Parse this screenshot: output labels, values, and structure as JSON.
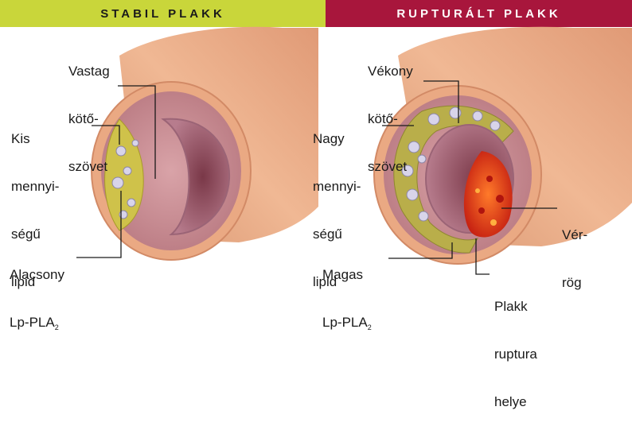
{
  "headers": {
    "left": "STABIL PLAKK",
    "right": "RUPTURÁLT PLAKK"
  },
  "left_labels": {
    "thick_tissue": [
      "Vastag",
      "kötő-",
      "szövet"
    ],
    "small_lipid": [
      "Kis",
      "mennyi-",
      "ségű",
      "lipid"
    ],
    "low_lp": "Alacsony",
    "low_lp_main": "Lp-PLA",
    "low_lp_sub": "2"
  },
  "right_labels": {
    "thin_tissue": [
      "Vékony",
      "kötő-",
      "szövet"
    ],
    "large_lipid": [
      "Nagy",
      "mennyi-",
      "ségű",
      "lipid"
    ],
    "high_lp": "Magas",
    "high_lp_main": "Lp-PLA",
    "high_lp_sub": "2",
    "clot": [
      "Vér-",
      "rög"
    ],
    "rupture": [
      "Plakk",
      "ruptura",
      "helye"
    ]
  },
  "colors": {
    "header_left": "#c9d63a",
    "header_right": "#a8163c",
    "artery_outer": "#e8a27c",
    "artery_wall": "#c98f93",
    "lumen": "#b87a8a",
    "lipid": "#cfc24a",
    "clot": "#e0341a"
  }
}
